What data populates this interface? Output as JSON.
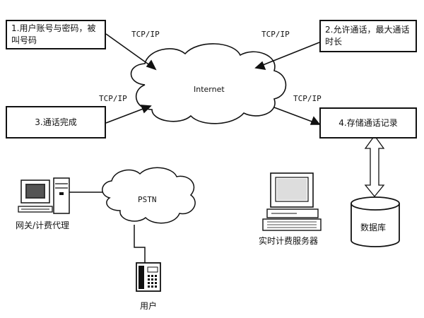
{
  "boxes": {
    "step1": "1.用户账号与密码，被叫号码",
    "step2": "2.允许通话，最大通话时长",
    "step3": "3.通话完成",
    "step4": "4.存储通话记录"
  },
  "links": {
    "tcp_ip_1": "TCP/IP",
    "tcp_ip_2": "TCP/IP",
    "tcp_ip_3": "TCP/IP",
    "tcp_ip_4": "TCP/IP"
  },
  "clouds": {
    "internet": "Internet",
    "pstn": "PSTN"
  },
  "devices": {
    "gateway": "网关/计费代理",
    "billing_server": "实时计费服务器",
    "database": "数据库",
    "user": "用户"
  }
}
